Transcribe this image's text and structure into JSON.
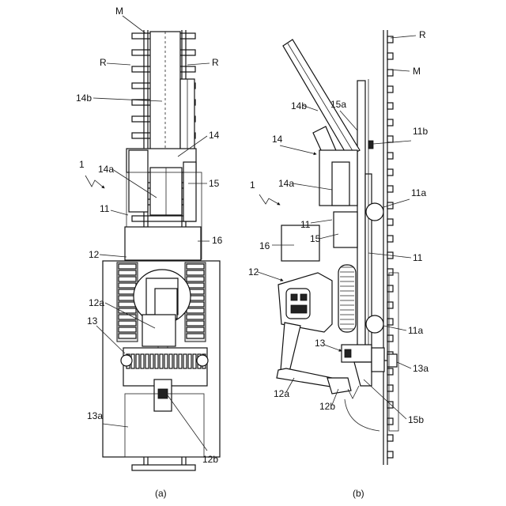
{
  "figure_a": {
    "caption": "(a)",
    "labels": {
      "M": "M",
      "R_left": "R",
      "R_right": "R",
      "l14b": "14b",
      "l14": "14",
      "l14a": "14a",
      "l1": "1",
      "l15": "15",
      "l11": "11",
      "l16": "16",
      "l12": "12",
      "l12a": "12a",
      "l13": "13",
      "l13a": "13a",
      "l12b": "12b"
    }
  },
  "figure_b": {
    "caption": "(b)",
    "labels": {
      "R": "R",
      "M": "M",
      "l14b": "14b",
      "l15a": "15a",
      "l14": "14",
      "l11b": "11b",
      "l14a": "14a",
      "l1": "1",
      "l11a_top": "11a",
      "l11_a": "11",
      "l16": "16",
      "l15": "15",
      "l11_b": "11",
      "l12": "12",
      "l11a_bottom": "11a",
      "l13": "13",
      "l13a": "13a",
      "l12a": "12a",
      "l12b": "12b",
      "l15b": "15b"
    }
  }
}
